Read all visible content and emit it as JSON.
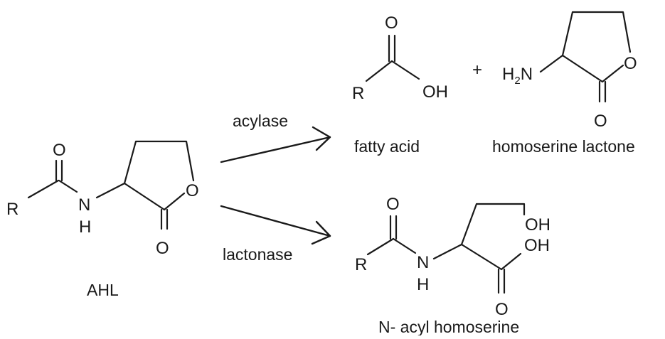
{
  "atoms": {
    "r": "R",
    "o": "O",
    "n": "N",
    "h": "H",
    "oh": "OH",
    "h2n_h": "H",
    "h2n_2": "2",
    "h2n_n": "N",
    "plus": "+"
  },
  "labels": {
    "acylase": "acylase",
    "lactonase": "lactonase",
    "ahl": "AHL",
    "fatty_acid": "fatty acid",
    "homoserine_lactone": "homoserine lactone",
    "n_acyl_homoserine": "N- acyl homoserine"
  }
}
